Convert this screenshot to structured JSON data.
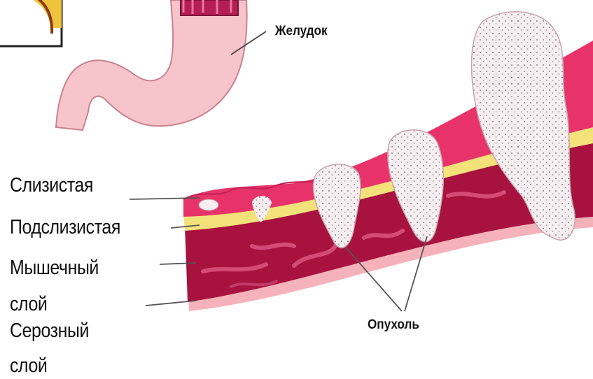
{
  "labels": {
    "stomach": "Желудок",
    "mucosa": "Слизистая",
    "submucosa": "Подслизистая",
    "muscle_line1": "Мышечный",
    "muscle_line2": "слой",
    "serosa_line1": "Серозный",
    "serosa_line2": "слой",
    "tumor": "Опухоль"
  },
  "colors": {
    "mucosa": "#e8336a",
    "muscle": "#a5123f",
    "submucosa": "#f3e27a",
    "serosa": "#f5b3ba",
    "stomach": "#f6b9c2",
    "tumor": "#f5eef0"
  }
}
